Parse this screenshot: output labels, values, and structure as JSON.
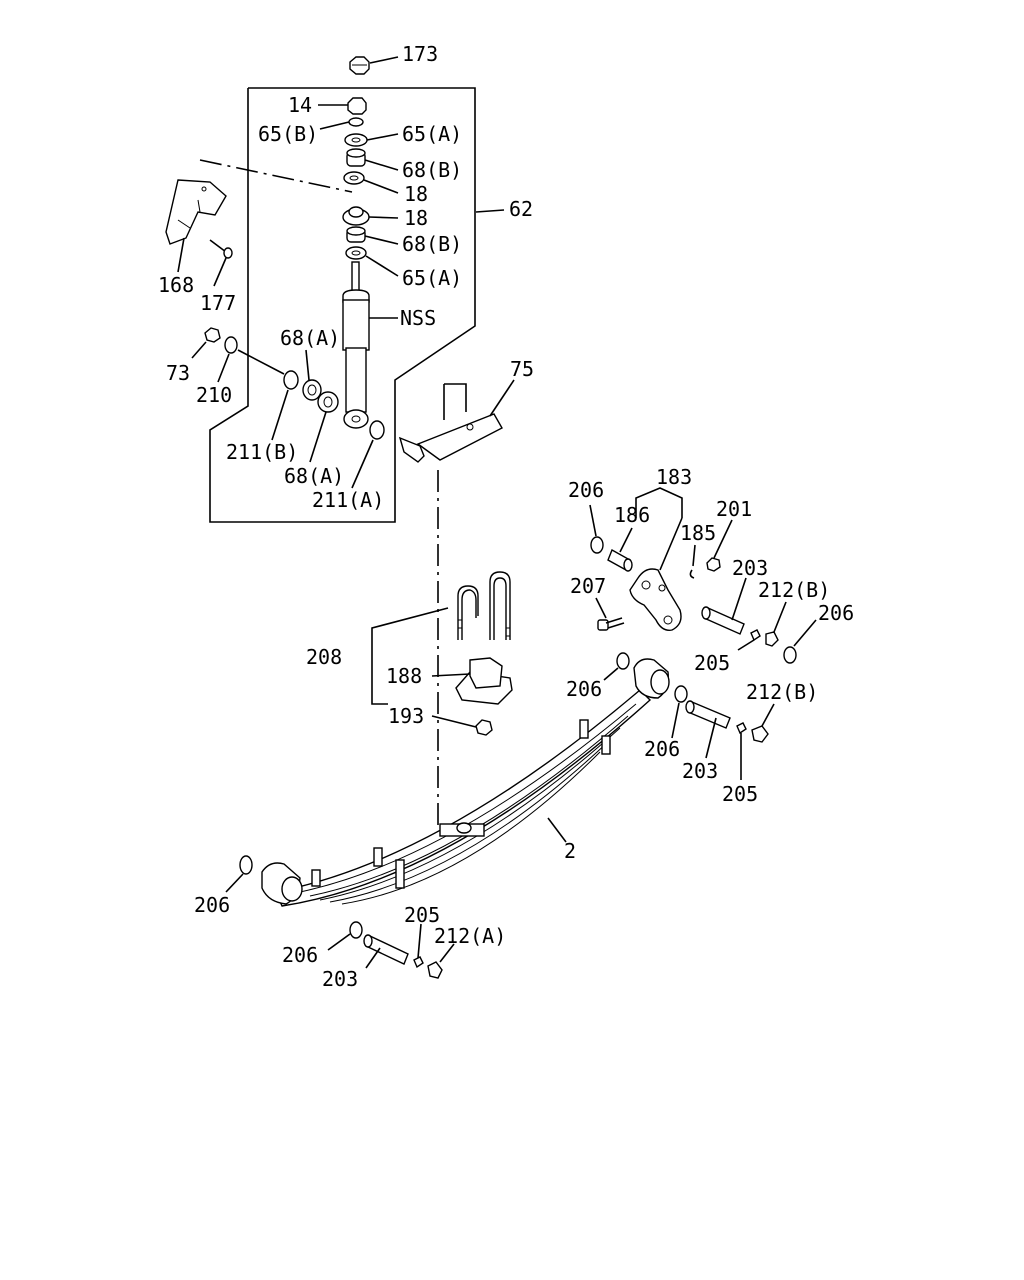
{
  "labels": {
    "l173": "173",
    "l14": "14",
    "l65b": "65(B)",
    "l65a_top": "65(A)",
    "l68b_top": "68(B)",
    "l18_top": "18",
    "l18_bot": "18",
    "l68b_bot": "68(B)",
    "l65a_bot": "65(A)",
    "l62": "62",
    "l168": "168",
    "l177": "177",
    "lnss": "NSS",
    "l68a_top": "68(A)",
    "l73": "73",
    "l210": "210",
    "l75": "75",
    "l211b": "211(B)",
    "l68a_bot": "68(A)",
    "l211a": "211(A)",
    "l183": "183",
    "l206_a": "206",
    "l186": "186",
    "l201": "201",
    "l185": "185",
    "l207": "207",
    "l203_a": "203",
    "l212b_a": "212(B)",
    "l206_b": "206",
    "l205_a": "205",
    "l208": "208",
    "l188": "188",
    "l206_c": "206",
    "l212b_b": "212(B)",
    "l193": "193",
    "l206_d": "206",
    "l203_b": "203",
    "l205_b": "205",
    "l2": "2",
    "l206_e": "206",
    "l205_c": "205",
    "l212a": "212(A)",
    "l206_f": "206",
    "l203_c": "203"
  }
}
